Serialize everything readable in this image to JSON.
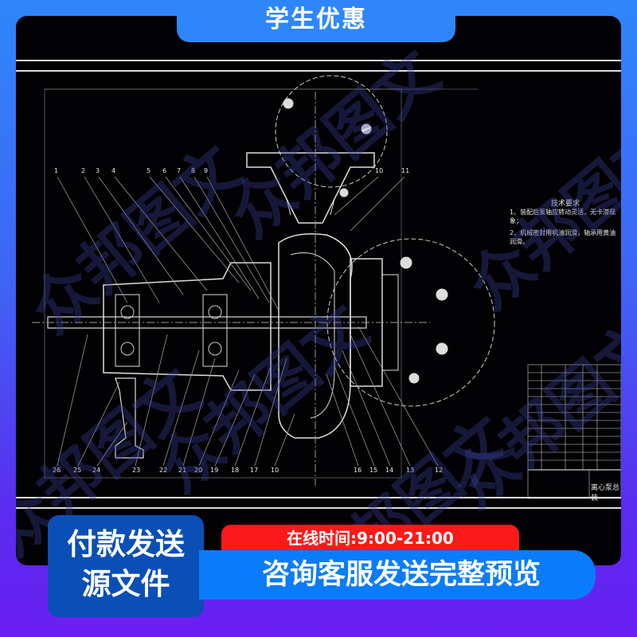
{
  "promo": {
    "top_tab": "学生优惠",
    "left_box_line1": "付款发送",
    "left_box_line2": "源文件",
    "hours": "在线时间:9:00-21:00",
    "consult": "咨询客服发送完整预览",
    "watermark": "众邦图文"
  },
  "drawing": {
    "tech_title": "技术要求",
    "tech_notes": [
      "1、装配后泵轴应转动灵活，无卡滞现象；",
      "2、机械密封用机油润滑，轴承用黄油润滑。"
    ],
    "title_block_name": "离心泵总装",
    "top_callouts": [
      "1",
      "2",
      "3",
      "4",
      "5",
      "6",
      "7",
      "8",
      "9",
      "10",
      "11"
    ],
    "bottom_callouts": [
      "26",
      "25",
      "24",
      "23",
      "22",
      "21",
      "20",
      "19",
      "18",
      "17",
      "10",
      "16",
      "15",
      "14",
      "13",
      "12"
    ]
  },
  "colors": {
    "tab_blue": "#2f86fb",
    "red": "#fb1a1a",
    "blue": "#0a7cf9",
    "dark_blue": "#0a4fb5",
    "bg_purple": "#6a1ff0"
  }
}
